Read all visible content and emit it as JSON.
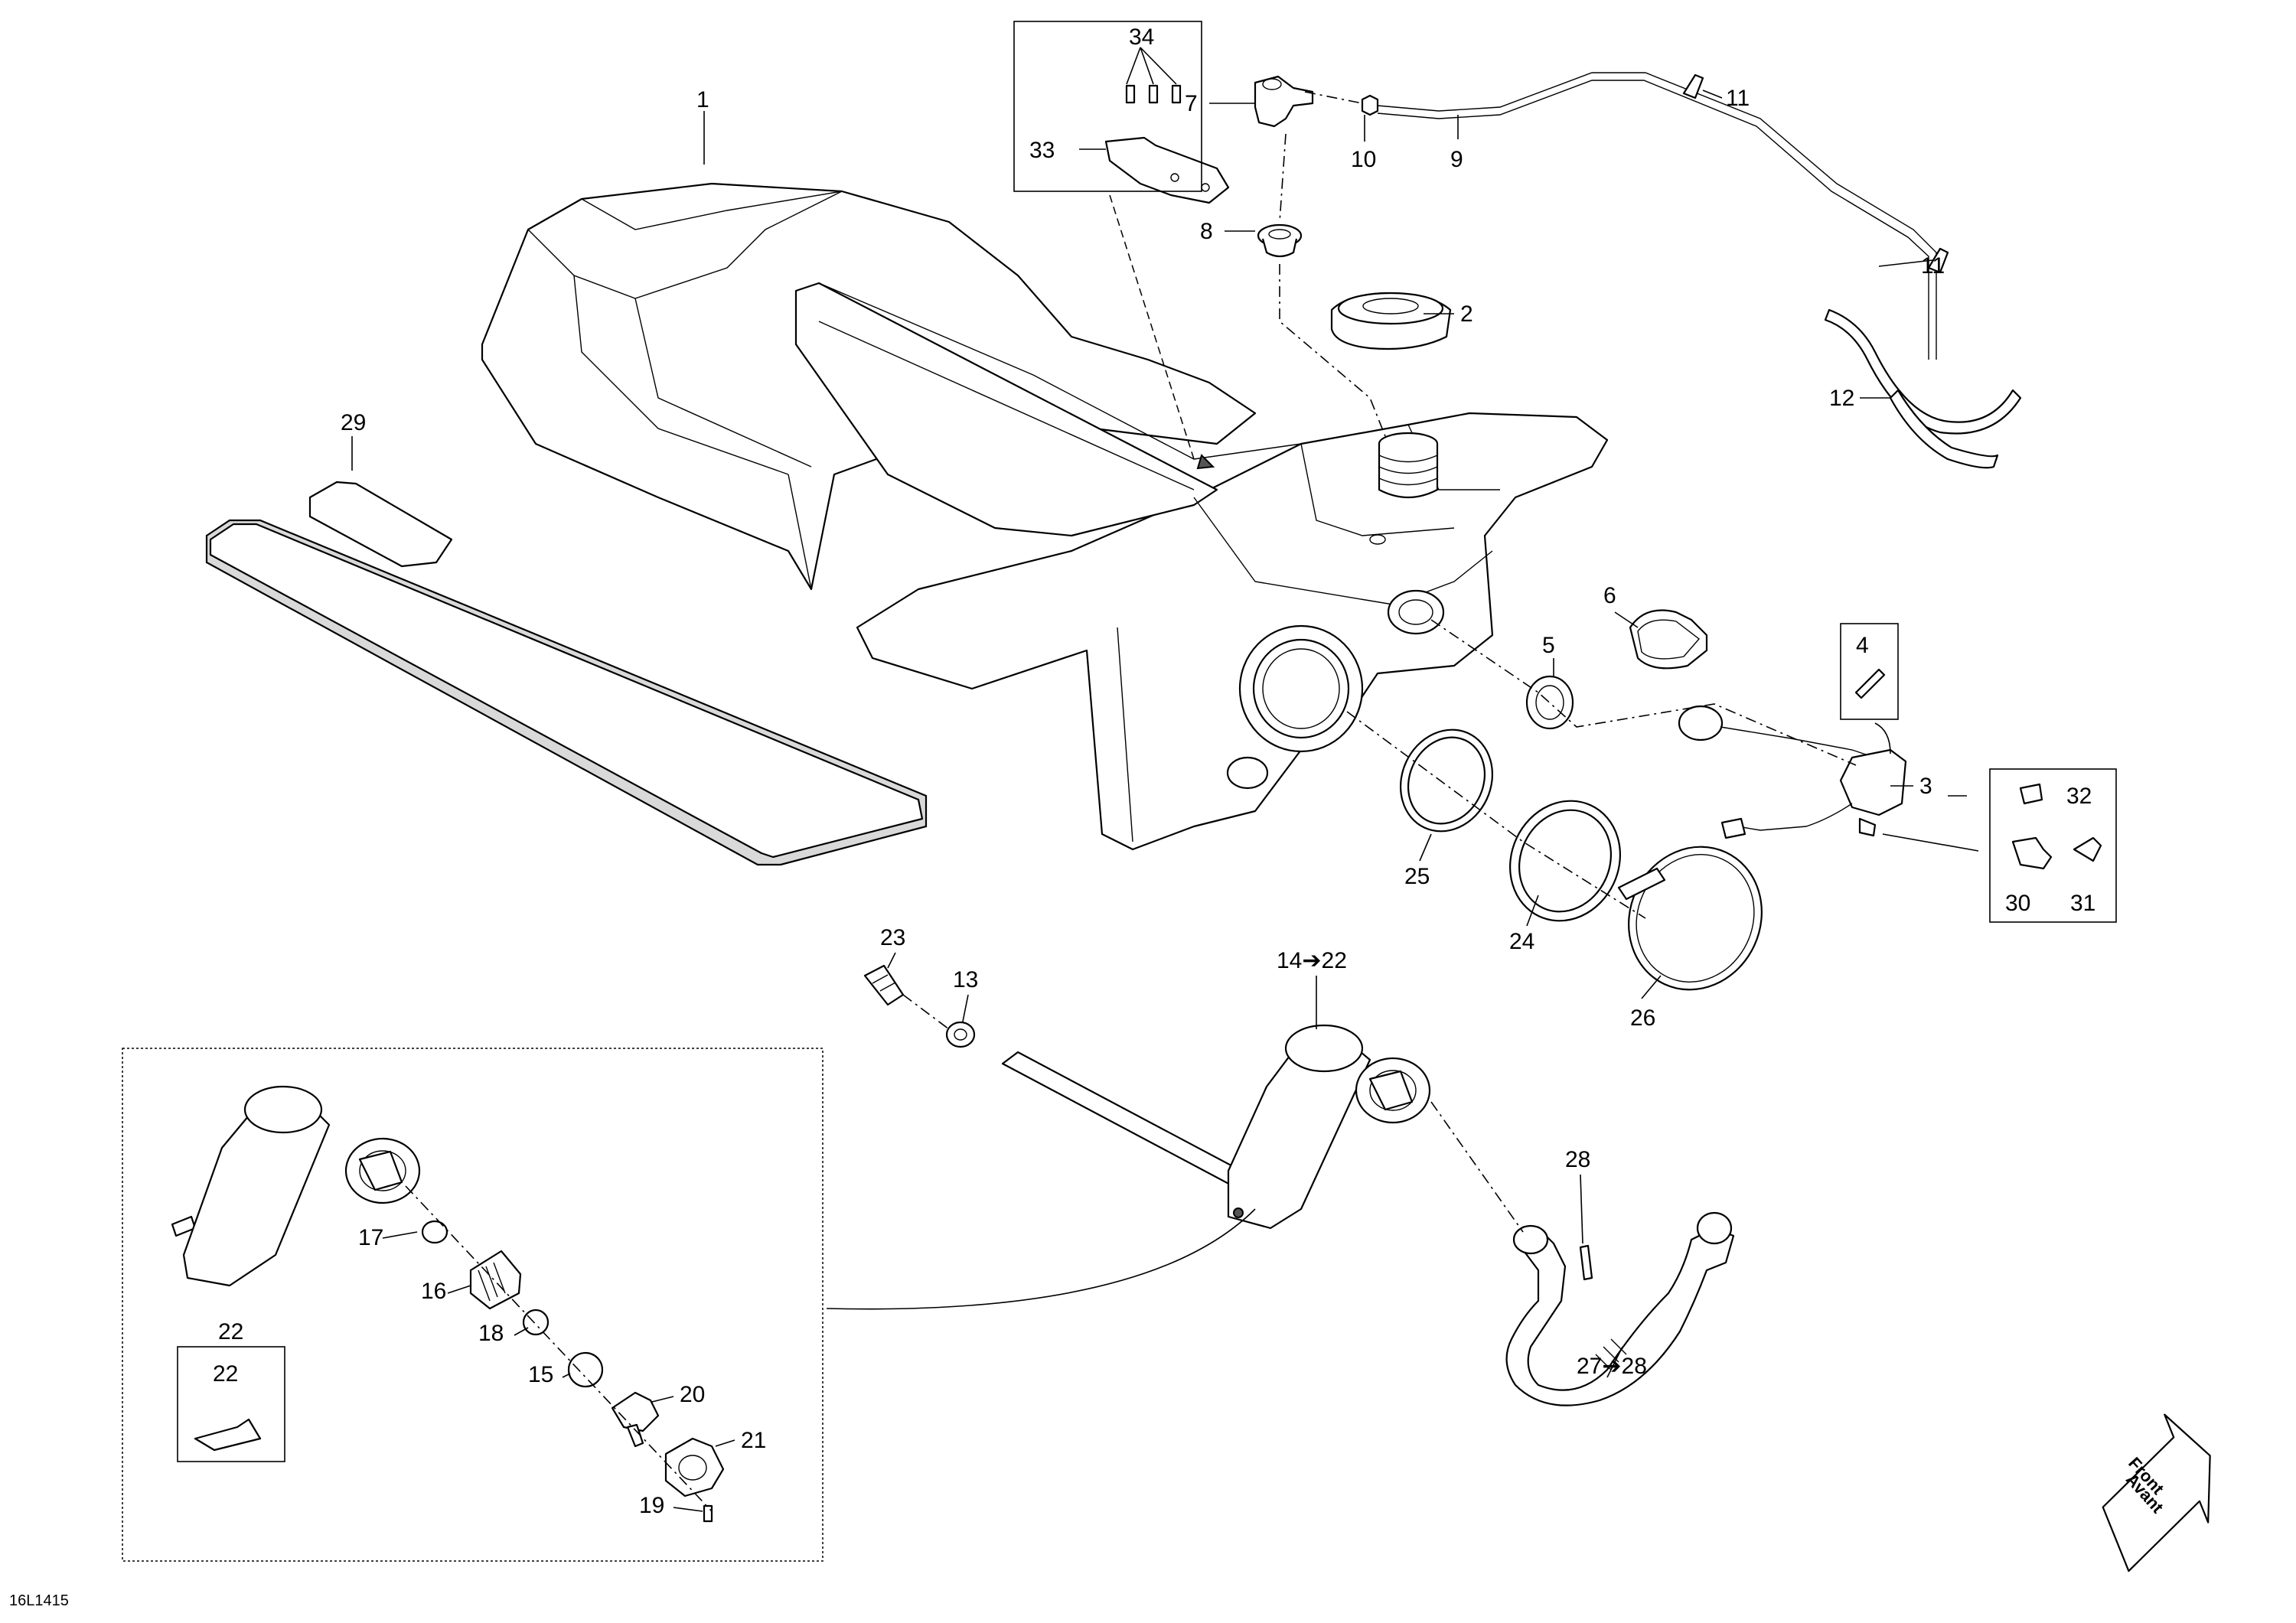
{
  "diagram_code": "16L1415",
  "front_badge": {
    "line1": "Front",
    "line2": "Avant"
  },
  "callouts": [
    "1",
    "2",
    "3",
    "4",
    "5",
    "6",
    "7",
    "8",
    "9",
    "10",
    "11",
    "11",
    "12",
    "13",
    "14➔22",
    "15",
    "16",
    "17",
    "18",
    "19",
    "20",
    "21",
    "22",
    "22",
    "23",
    "24",
    "25",
    "26",
    "27➔28",
    "28",
    "29",
    "30",
    "31",
    "32",
    "33",
    "34"
  ]
}
